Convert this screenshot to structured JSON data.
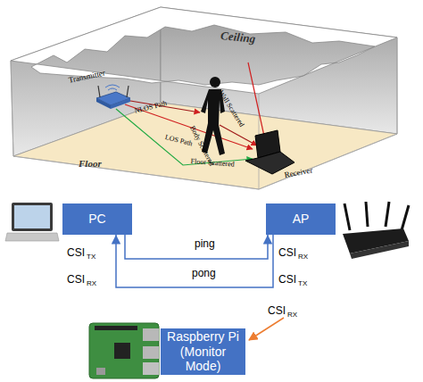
{
  "diagram": {
    "nodes": [
      {
        "text": [
          "PC"
        ]
      },
      {
        "text": [
          "AP"
        ]
      },
      {
        "text": [
          "Raspberry Pi (Monitor Mode)"
        ]
      }
    ],
    "edges": [
      {
        "from": 0,
        "to": 1,
        "arrow": "to",
        "label": "ping"
      },
      {
        "from": 1,
        "to": 0,
        "arrow": "to",
        "label": "pong"
      }
    ],
    "labels": [
      "Ceiling",
      "Transmitter",
      "NLOS Path",
      "Wall Scattered",
      "Body Scattered",
      "LOS Path",
      "Floor Scattered",
      "Floor",
      "Receiver",
      "CSI",
      "TX",
      "CSI",
      "RX",
      "CSI",
      "RX",
      "CSI",
      "TX",
      "CSI",
      "RX"
    ]
  }
}
